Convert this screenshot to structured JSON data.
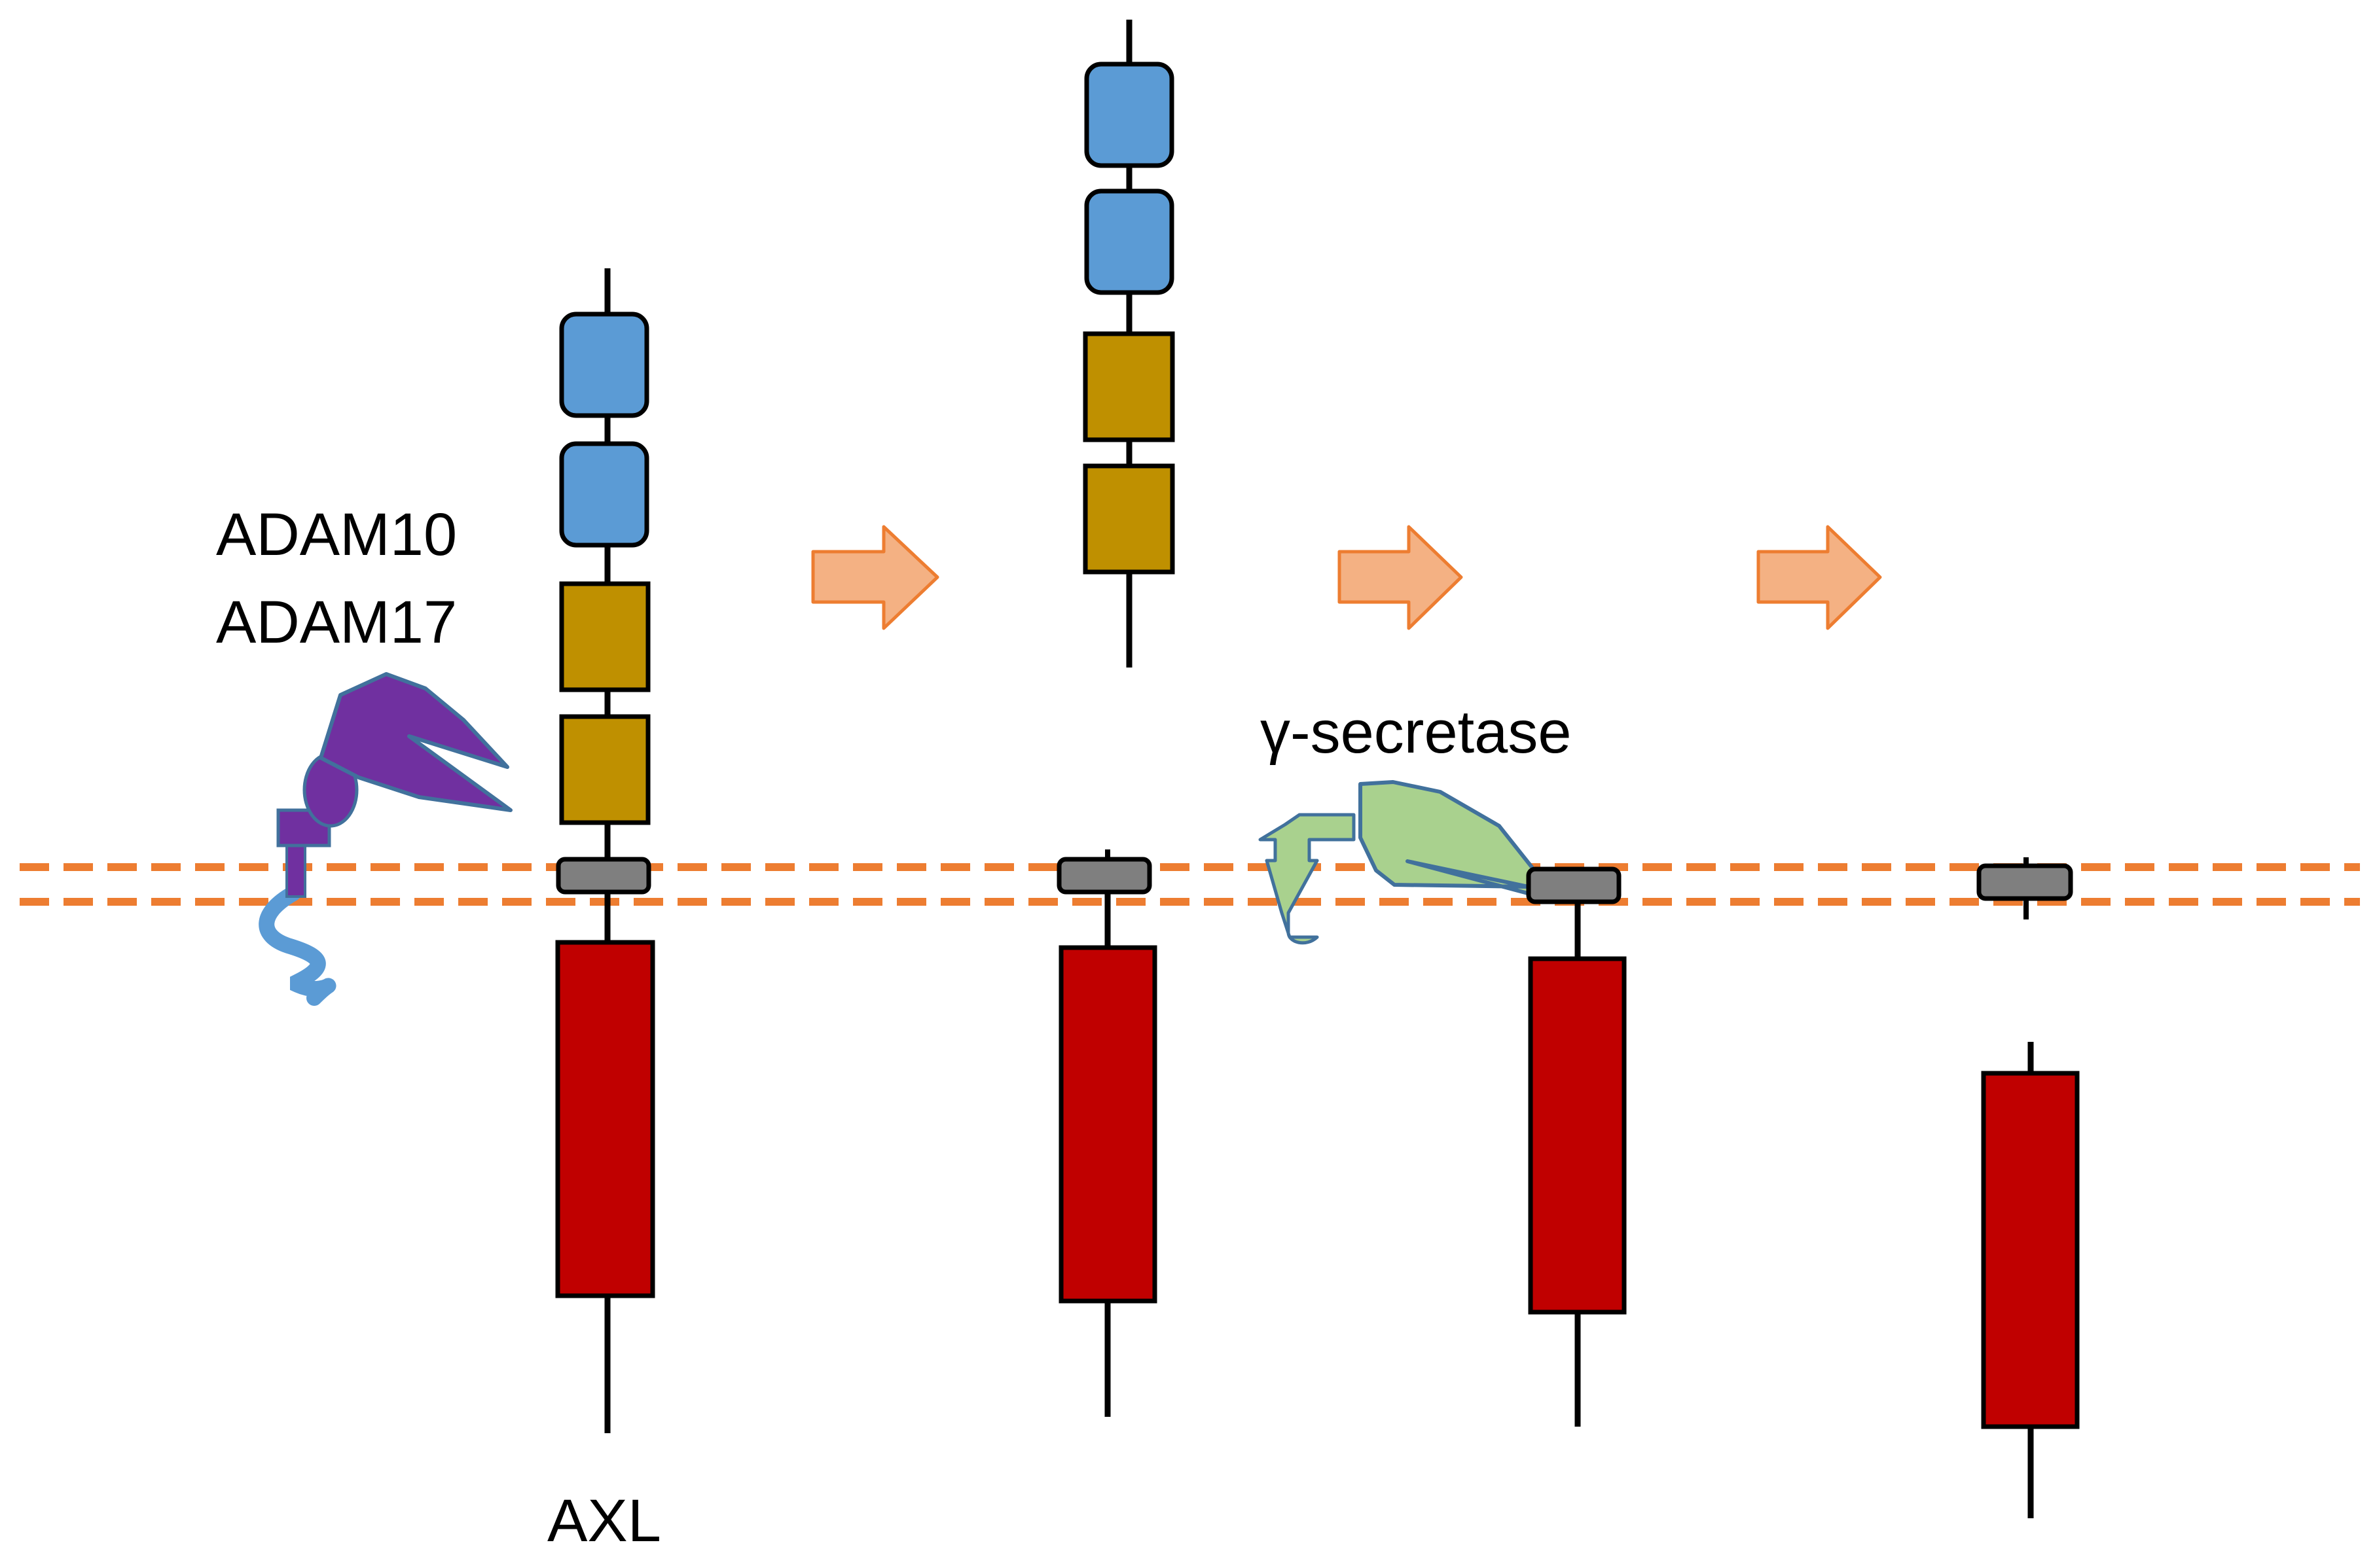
{
  "labels": {
    "adam10": "ADAM10",
    "adam17": "ADAM17",
    "axl": "AXL",
    "gamma_secretase": "γ-secretase"
  },
  "icons": {
    "adam_enzyme": "adam-protease-icon",
    "gamma_secretase_enzyme": "gamma-secretase-icon",
    "step_arrow": "right-arrow-icon"
  },
  "colors": {
    "ig_domain": "#5b9bd5",
    "fn_domain": "#bf9000",
    "transmembrane": "#7f7f7f",
    "kinase_domain": "#c00000",
    "membrane": "#ed7d31",
    "step_arrow_fill": "#f4b183",
    "step_arrow_stroke": "#ed7d31",
    "adam_protease": "#7030a0",
    "gamma_secretase": "#a9d18e",
    "enzyme_outline": "#41719c",
    "anchor_tail": "#5b9bd5"
  }
}
